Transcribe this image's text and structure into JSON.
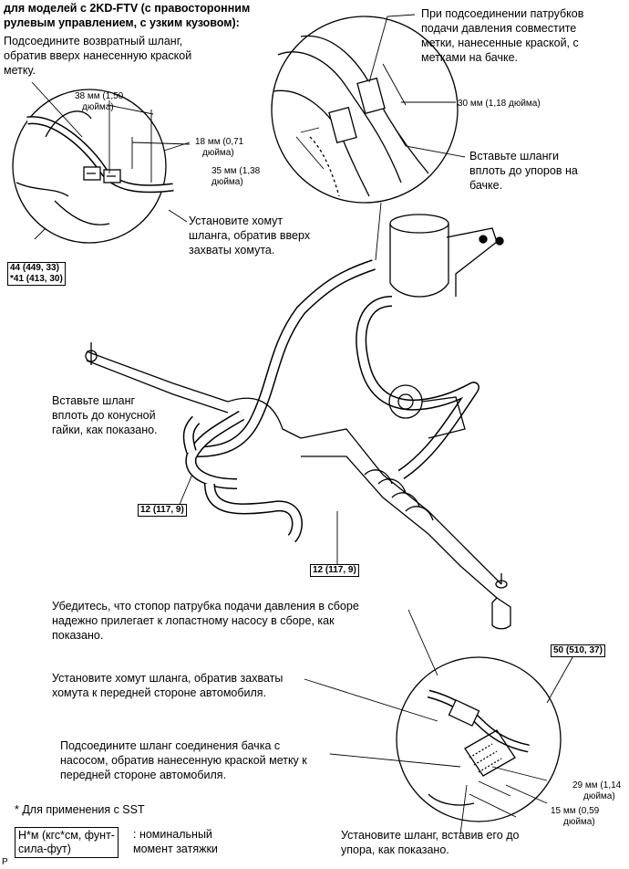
{
  "header": {
    "title_line1": "для моделей с 2KD-FTV (с правосторонним",
    "title_line2": "рулевым управлением, с узким кузовом):"
  },
  "notes": {
    "return_hose_line1": "Подсоедините возвратный шланг,",
    "return_hose_line2": "обратив вверх нанесенную краской",
    "return_hose_line3": "метку.",
    "pressure_line1": "При подсоединении патрубков",
    "pressure_line2": "подачи давления совместите",
    "pressure_line3": "метки, нанесенные краской, с",
    "pressure_line4": "метками на бачке.",
    "insert_hoses_line1": "Вставьте шланги",
    "insert_hoses_line2": "вплоть до упоров на",
    "insert_hoses_line3": "бачке.",
    "clamp_up_line1": "Установите хомут",
    "clamp_up_line2": "шланга, обратив вверх",
    "clamp_up_line3": "захваты хомута.",
    "cone_nut_line1": "Вставьте шланг",
    "cone_nut_line2": "вплоть до конусной",
    "cone_nut_line3": "гайки, как показано.",
    "stopper_line1": "Убедитесь, что стопор патрубка подачи давления в сборе",
    "stopper_line2": "надежно прилегает к лопастному насосу в сборе, как",
    "stopper_line3": "показано.",
    "clamp_front_line1": "Установите хомут шланга, обратив захваты",
    "clamp_front_line2": "хомута к передней стороне автомобиля.",
    "tank_pump_line1": "Подсоедините шланг соединения бачка с",
    "tank_pump_line2": "насосом, обратив нанесенную краской метку к",
    "tank_pump_line3": "передней стороне автомобиля.",
    "insert_stop_line1": "Установите шланг, вставив его до",
    "insert_stop_line2": "упора, как показано."
  },
  "dimensions": {
    "d38_line1": "38 мм (1,50",
    "d38_line2": "дюйма)",
    "d18_line1": "18 мм (0,71",
    "d18_line2": "дюйма)",
    "d35_line1": "35 мм (1,38",
    "d35_line2": "дюйма)",
    "d30": "30 мм (1,18 дюйма)",
    "d29_line1": "29 мм (1,14",
    "d29_line2": "дюйма)",
    "d15_line1": "15 мм (0,59",
    "d15_line2": "дюйма)"
  },
  "torques": {
    "t44": "44 (449, 33)",
    "t41": "*41 (413, 30)",
    "t12a": "12 (117, 9)",
    "t12b": "12 (117, 9)",
    "t50": "50 (510, 37)"
  },
  "legend": {
    "sst_note": "* Для применения с SST",
    "unit_line1": "Н*м (кгс*см, фунт-",
    "unit_line2": "сила-фут)",
    "unit_desc_line1": ": номинальный",
    "unit_desc_line2": "момент затяжки"
  },
  "footer_mark": "P"
}
